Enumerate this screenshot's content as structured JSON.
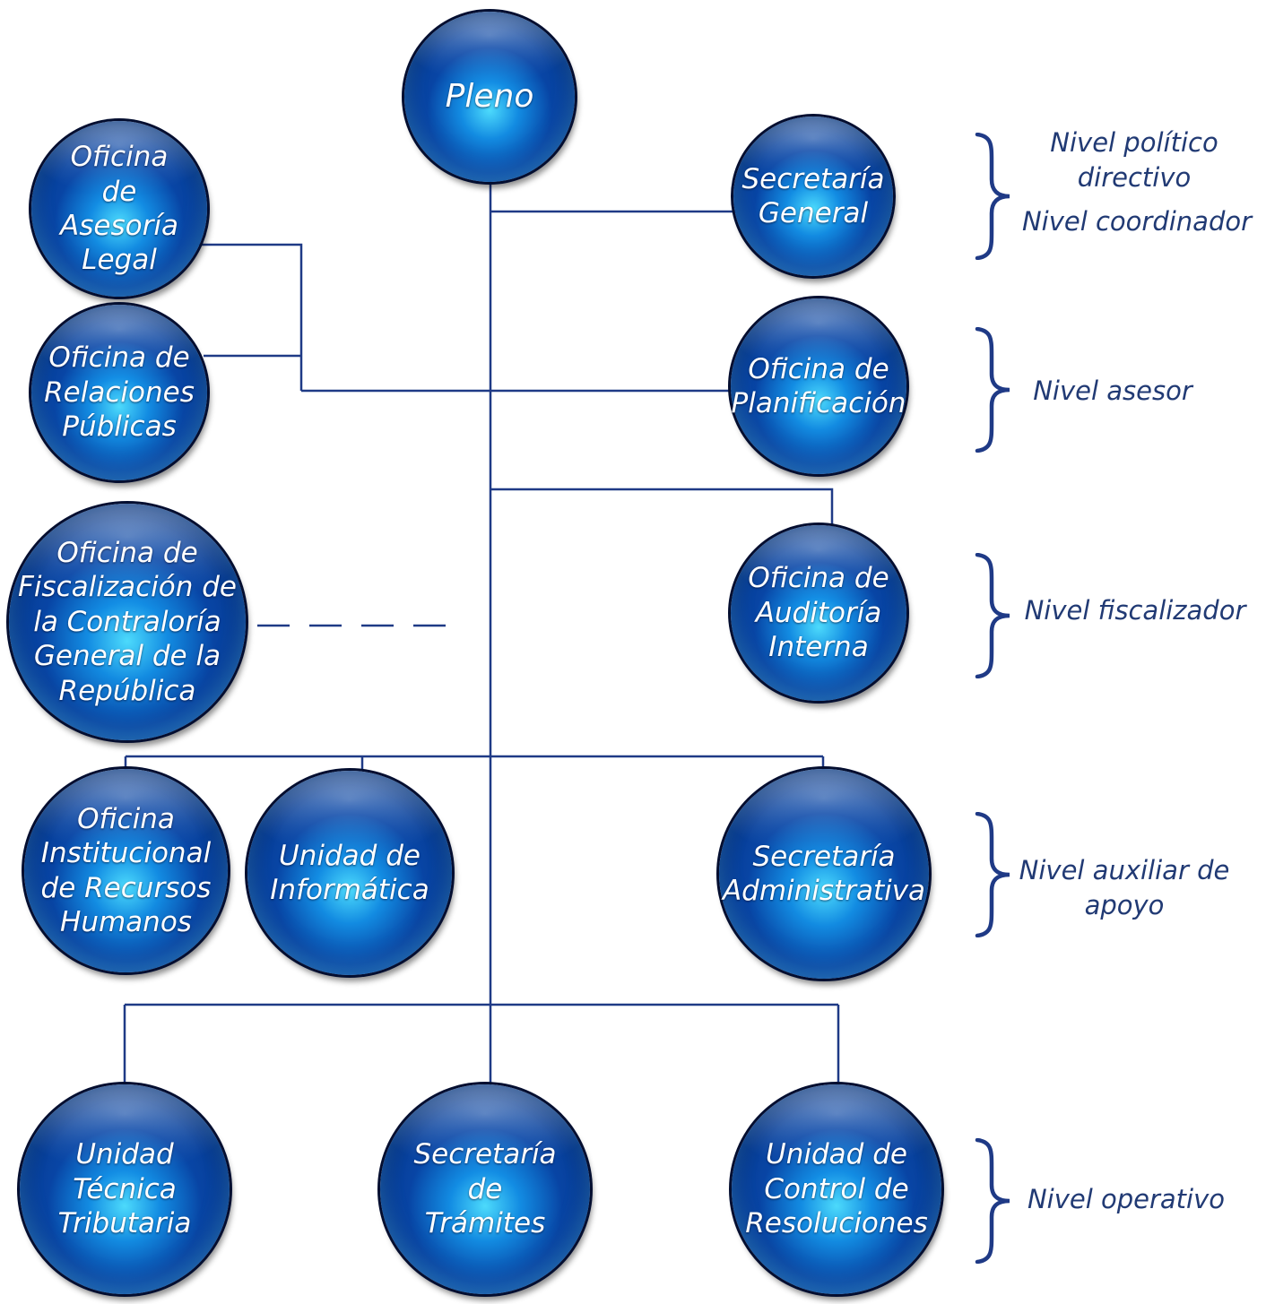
{
  "colors": {
    "connector": "#1f3a86",
    "brace": "#1f3a86",
    "level_text": "#213a74",
    "node_text": "#ffffff"
  },
  "nodes": {
    "pleno": "Pleno",
    "asesoria_legal": "Oficina\nde\nAsesoría\nLegal",
    "relaciones_publicas": "Oficina de\nRelaciones\nPúblicas",
    "fiscalizacion_contraloria": "Oficina de\nFiscalización de\nla Contraloría\nGeneral de la\nRepública",
    "secretaria_general": "Secretaría\nGeneral",
    "planificacion": "Oficina de\nPlanificación",
    "auditoria_interna": "Oficina de\nAuditoría\nInterna",
    "recursos_humanos": "Oficina\nInstitucional\nde Recursos\nHumanos",
    "informatica": "Unidad de\nInformática",
    "secretaria_administrativa": "Secretaría\nAdministrativa",
    "tecnica_tributaria": "Unidad\nTécnica\nTributaria",
    "secretaria_tramites": "Secretaría\nde\nTrámites",
    "control_resoluciones": "Unidad de\nControl de\nResoluciones"
  },
  "levels": {
    "politico": "Nivel político\ndirectivo",
    "coordinador": "Nivel coordinador",
    "asesor": "Nivel asesor",
    "fiscalizador": "Nivel fiscalizador",
    "auxiliar": "Nivel auxiliar de\napoyo",
    "operativo": "Nivel operativo"
  }
}
